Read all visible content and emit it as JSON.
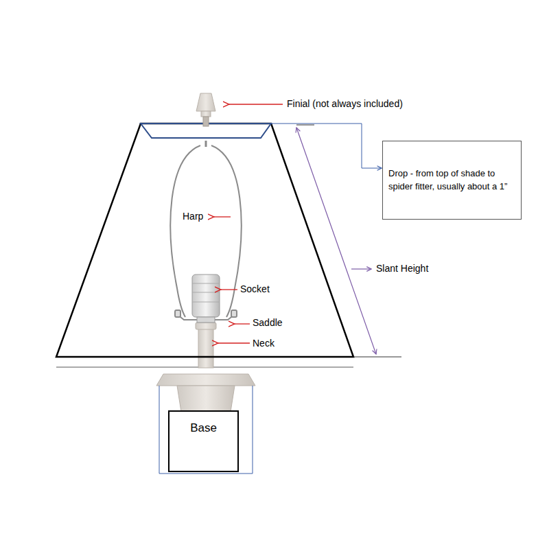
{
  "diagram": {
    "nodes": [
      {
        "text": [
          "Drop - from top of shade to spider fitter, usually about a 1”"
        ]
      },
      {
        "text": [
          "Base"
        ]
      }
    ],
    "labels": [
      "Finial (not always included)",
      "Harp",
      "Socket",
      "Saddle",
      "Neck",
      "Slant Height"
    ]
  }
}
